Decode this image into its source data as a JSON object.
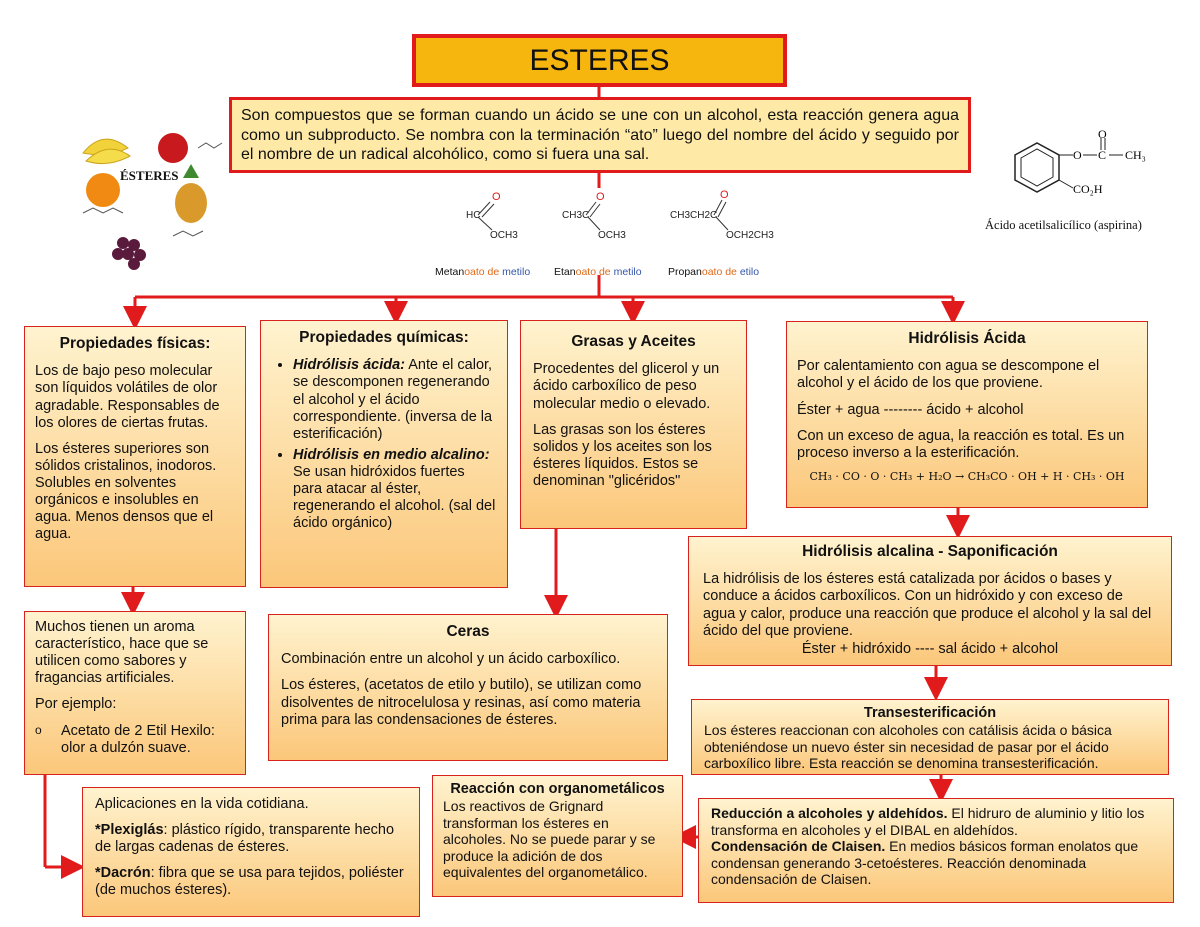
{
  "title": "ESTERES",
  "intro": "Son compuestos que se forman cuando un ácido se une con un alcohol, esta reacción genera agua como un subproducto. Se nombra con la terminación “ato” luego del nombre del ácido y seguido por el nombre de un radical alcohólico, como si fuera una sal.",
  "images": {
    "fruits_label": "ÉSTERES",
    "aspirin_caption": "Ácido acetilsalicílico (aspirina)",
    "examples": [
      {
        "label_part1": "Metan",
        "label_part2": "oato de",
        "label_part3": " metilo",
        "f1": "HC",
        "f2": "OCH3"
      },
      {
        "label_part1": "Etan",
        "label_part2": "oato de",
        "label_part3": " metilo",
        "f1": "CH3C",
        "f2": "OCH3"
      },
      {
        "label_part1": "Propan",
        "label_part2": "oato de",
        "label_part3": " etilo",
        "f1": "CH3CH2C",
        "f2": "OCH2CH3"
      }
    ]
  },
  "fisicas": {
    "title": "Propiedades físicas:",
    "p1": "Los de bajo peso molecular son líquidos volátiles de olor agradable. Responsables de los olores de ciertas frutas.",
    "p2": "Los ésteres superiores son sólidos cristalinos, inodoros. Solubles en solventes orgánicos e insolubles en agua. Menos densos que el agua."
  },
  "quimicas": {
    "title": "Propiedades químicas:",
    "i1_term": "Hidrólisis ácida:",
    "i1_text": " Ante el calor, se descomponen regenerando el alcohol y el ácido correspondiente. (inversa de la esterificación)",
    "i2_term": "Hidrólisis en medio alcalino:",
    "i2_text": " Se usan hidróxidos fuertes para atacar al éster, regenerando el alcohol. (sal del ácido orgánico)"
  },
  "grasas": {
    "title": "Grasas y Aceites",
    "p1": "Procedentes del glicerol y un ácido carboxílico de peso molecular medio o elevado.",
    "p2": "Las grasas son los ésteres solidos y los aceites son los ésteres líquidos. Estos se denominan \"glicéridos\""
  },
  "hidrolisis_acida": {
    "title": "Hidrólisis Ácida",
    "p1": "Por calentamiento con agua se descompone el alcohol y el ácido de los que proviene.",
    "p2": "Éster + agua -------- ácido + alcohol",
    "p3": "Con un exceso de agua, la reacción es total. Es un proceso inverso a la esterificación.",
    "equation": "CH₃ · CO · O · CH₃ + H₂O → CH₃CO · OH + H · CH₃ · OH"
  },
  "aroma": {
    "p1": "Muchos tienen un aroma característico, hace que se utilicen como sabores y fragancias artificiales.",
    "p2": "Por ejemplo:",
    "bullet": "o",
    "item": "Acetato de 2 Etil Hexilo: olor a dulzón suave."
  },
  "ceras": {
    "title": "Ceras",
    "p1": "Combinación entre un alcohol y un ácido carboxílico.",
    "p2": "Los ésteres, (acetatos de etilo y butilo), se utilizan como disolventes de nitrocelulosa y resinas, así como materia prima para las condensaciones de ésteres."
  },
  "alcalina": {
    "title": "Hidrólisis alcalina - Saponificación",
    "p1": "La hidrólisis de los ésteres está catalizada por ácidos o bases y conduce a ácidos carboxílicos. Con un hidróxido y con exceso de agua y calor, produce una reacción que produce el alcohol y la sal del ácido del que proviene.",
    "p2": "Éster + hidróxido ---- sal ácido + alcohol"
  },
  "trans": {
    "title": "Transesterificación",
    "p1": "Los ésteres reaccionan con alcoholes con catálisis ácida o básica obteniéndose un nuevo éster sin necesidad de pasar por el ácido carboxílico libre. Esta reacción se denomina transesterificación."
  },
  "aplicaciones": {
    "p1": "Aplicaciones en la vida cotidiana.",
    "t2": "*Plexiglás",
    "p2": ": plástico rígido, transparente hecho de largas cadenas de ésteres.",
    "t3": "*Dacrón",
    "p3": ": fibra que se usa para tejidos, poliéster (de muchos ésteres)."
  },
  "organometalicos": {
    "title": "Reacción con organometálicos",
    "p1": "Los reactivos de Grignard transforman los ésteres en alcoholes. No se puede parar y se produce la adición de dos equivalentes del organometálico."
  },
  "reduccion": {
    "t1": "Reducción a alcoholes y aldehídos.",
    "p1": " El hidruro de aluminio y litio los transforma en alcoholes y el DIBAL en aldehídos.",
    "t2": "Condensación de Claisen.",
    "p2": " En medios básicos forman enolatos que condensan generando 3-cetoésteres. Reacción denominada condensación de Claisen."
  },
  "colors": {
    "arrow": "#e11b1b",
    "box_top": "#fff3cf",
    "box_bottom": "#fbc77a",
    "title_bg": "#f6b60e"
  }
}
